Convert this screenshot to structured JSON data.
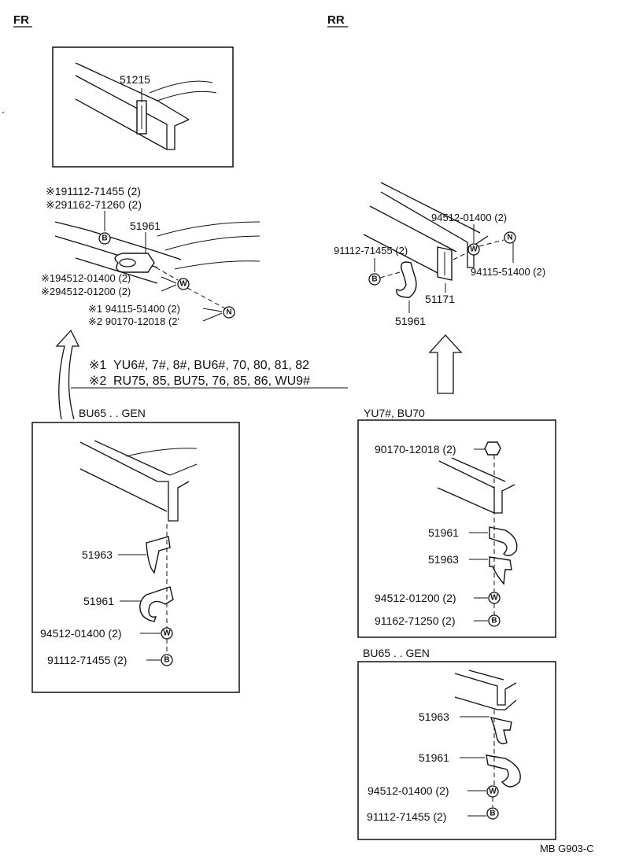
{
  "sections": {
    "front": "FR",
    "rear": "RR"
  },
  "front": {
    "inset_part": "51215",
    "note_bolt_1": "※191112-71455 (2)",
    "note_bolt_2": "※291162-71260 (2)",
    "hook_part": "51961",
    "washer_1": "※194512-01400 (2)",
    "washer_2": "※294512-01200 (2)",
    "nut_1": "※1 94115-51400 (2)",
    "nut_2": "※2 90170-12018 (2'",
    "symbol_b": "B",
    "symbol_w": "W",
    "symbol_n": "N"
  },
  "legend": {
    "mark1": "※1",
    "text1": "YU6#, 7#, 8#, BU6#, 70, 80, 81, 82",
    "mark2": "※2",
    "text2": "RU75, 85, BU75, 76, 85, 86, WU9#"
  },
  "front_gen": {
    "title": "BU65 . . GEN",
    "bracket": "51963",
    "hook": "51961",
    "washer": "94512-01400 (2)",
    "bolt": "91112-71455 (2)",
    "symbol_w": "W",
    "symbol_b": "B"
  },
  "rear": {
    "washer": "94512-01400 (2)",
    "bolt": "91112-71455 (2)",
    "nut": "94115-51400 (2)",
    "plate": "51171",
    "hook": "51961",
    "symbol_w": "W",
    "symbol_n": "N",
    "symbol_b": "B"
  },
  "rear_yu": {
    "title": "YU7#, BU70",
    "nut": "90170-12018 (2)",
    "hook": "51961",
    "bracket": "51963",
    "washer": "94512-01200 (2)",
    "bolt": "91162-71250 (2)",
    "symbol_w": "W",
    "symbol_b": "B"
  },
  "rear_gen": {
    "title": "BU65 . . GEN",
    "bracket": "51963",
    "hook": "51961",
    "washer": "94512-01400 (2)",
    "bolt": "91112-71455 (2)",
    "symbol_w": "W",
    "symbol_b": "B"
  },
  "footer": {
    "code": "MB G903-C"
  }
}
